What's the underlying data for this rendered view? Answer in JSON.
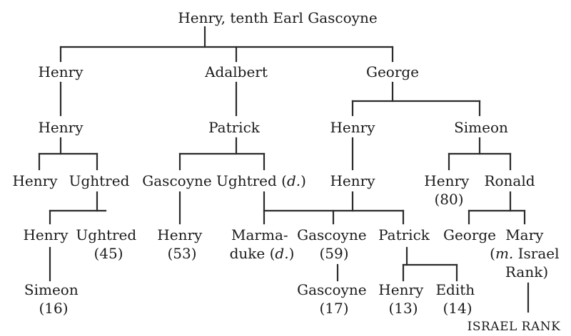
{
  "tree": {
    "root": "Henry, tenth Earl Gascoyne",
    "sons": {
      "henry": "Henry",
      "adalbert": "Adalbert",
      "george": "George"
    },
    "henry_line": {
      "henry": "Henry",
      "henry_son": "Henry",
      "ughtred": "Ughtred",
      "grandson_henry": "Henry",
      "grandson_ughtred": [
        "Ughtred",
        "(45)"
      ],
      "simeon": [
        "Simeon",
        "(16)"
      ]
    },
    "adalbert_line": {
      "patrick": "Patrick",
      "gascoyne": "Gascoyne",
      "ughtred_d": "Ughtred (d.)",
      "henry_53": [
        "Henry",
        "(53)"
      ],
      "marmaduke": [
        "Marma-",
        "duke (d.)"
      ],
      "gascoyne_59": [
        "Gascoyne",
        "(59)"
      ],
      "patrick2": "Patrick",
      "gascoyne_17": [
        "Gascoyne",
        "(17)"
      ],
      "henry_13": [
        "Henry",
        "(13)"
      ],
      "edith_14": [
        "Edith",
        "(14)"
      ]
    },
    "george_line": {
      "henry": "Henry",
      "henry_son": "Henry",
      "simeon": "Simeon",
      "henry_80": [
        "Henry",
        "(80)"
      ],
      "ronald": "Ronald",
      "george": "George",
      "mary": [
        "Mary",
        "(m. Israel",
        "Rank)"
      ],
      "israel_rank": "ISRAEL RANK"
    }
  }
}
